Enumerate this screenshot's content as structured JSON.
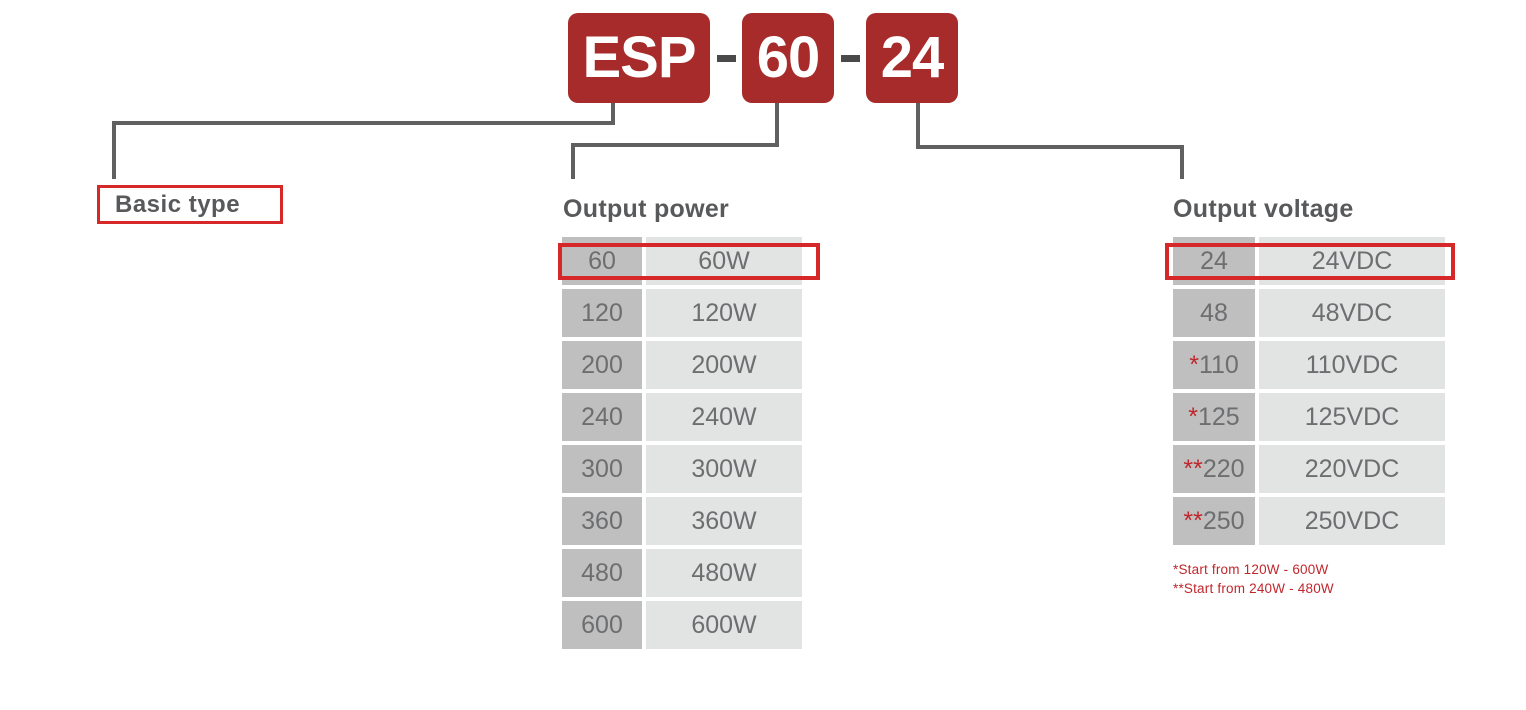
{
  "model_code": {
    "segments": [
      {
        "text": "ESP",
        "kind": "basic-type"
      },
      {
        "text": "60",
        "kind": "output-power"
      },
      {
        "text": "24",
        "kind": "output-voltage"
      }
    ],
    "separator": "-",
    "box_color": "#A72B2B",
    "text_color": "#FFFFFF"
  },
  "callouts": {
    "basic_type": "Basic type",
    "output_power": "Output power",
    "output_voltage": "Output voltage"
  },
  "power_table": {
    "rows": [
      {
        "code": "60",
        "value": "60W",
        "selected": true
      },
      {
        "code": "120",
        "value": "120W",
        "selected": false
      },
      {
        "code": "200",
        "value": "200W",
        "selected": false
      },
      {
        "code": "240",
        "value": "240W",
        "selected": false
      },
      {
        "code": "300",
        "value": "300W",
        "selected": false
      },
      {
        "code": "360",
        "value": "360W",
        "selected": false
      },
      {
        "code": "480",
        "value": "480W",
        "selected": false
      },
      {
        "code": "600",
        "value": "600W",
        "selected": false
      }
    ]
  },
  "voltage_table": {
    "rows": [
      {
        "mark": "",
        "code": "24",
        "value": "24VDC",
        "selected": true
      },
      {
        "mark": "",
        "code": "48",
        "value": "48VDC",
        "selected": false
      },
      {
        "mark": "*",
        "code": "110",
        "value": "110VDC",
        "selected": false
      },
      {
        "mark": "*",
        "code": "125",
        "value": "125VDC",
        "selected": false
      },
      {
        "mark": "**",
        "code": "220",
        "value": "220VDC",
        "selected": false
      },
      {
        "mark": "**",
        "code": "250",
        "value": "250VDC",
        "selected": false
      }
    ]
  },
  "footnotes": {
    "line1": "*Start from 120W - 600W",
    "line2": "**Start from 240W - 480W",
    "color": "#C0272D"
  },
  "colors": {
    "accent_red": "#A72B2B",
    "highlight_red": "#D62828",
    "note_red": "#C0272D",
    "key_cell": "#BFBFBF",
    "value_cell": "#E2E3E3",
    "text_gray": "#6D6E70",
    "heading_gray": "#58595B",
    "connector_gray": "#5F605F"
  }
}
